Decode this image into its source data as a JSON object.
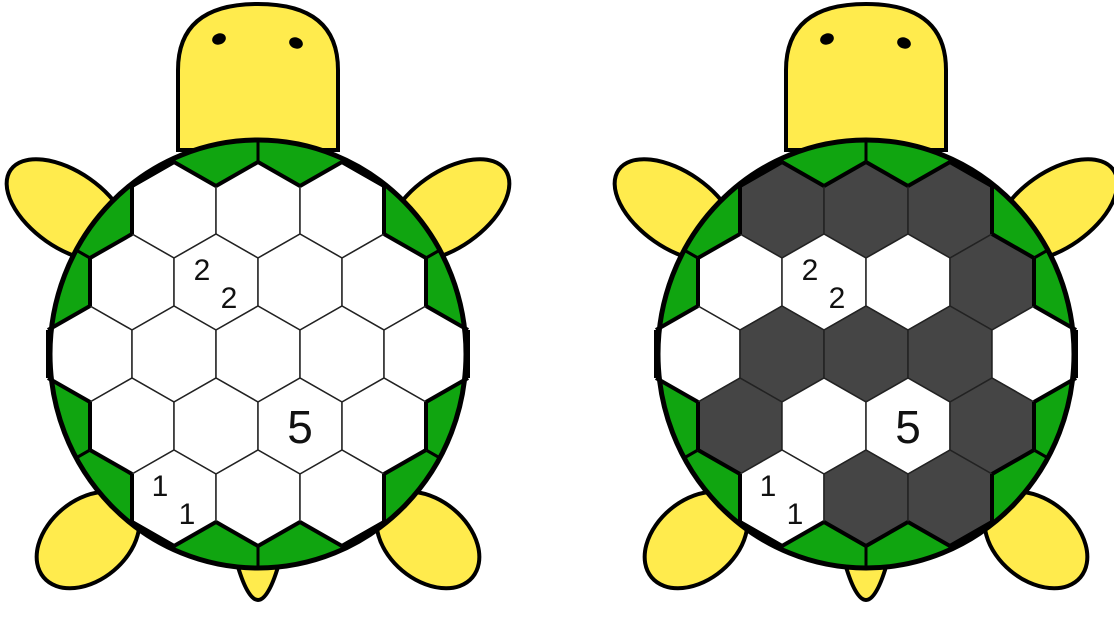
{
  "colors": {
    "background": "#ffffff",
    "turtle_body": "#ffeb4d",
    "shell_rim": "#10a510",
    "outline": "#000000",
    "cell_empty": "#ffffff",
    "cell_shaded": "#454545",
    "grid_line": "#222222",
    "clue_text": "#111111"
  },
  "puzzle": {
    "rows": [
      {
        "cells": 3
      },
      {
        "cells": 4
      },
      {
        "cells": 5
      },
      {
        "cells": 4
      },
      {
        "cells": 3
      }
    ],
    "clues": [
      {
        "row": 1,
        "col": 1,
        "kind": "pair",
        "upper": "2",
        "lower": "2"
      },
      {
        "row": 3,
        "col": 2,
        "kind": "single",
        "value": "5"
      },
      {
        "row": 4,
        "col": 0,
        "kind": "pair",
        "upper": "1",
        "lower": "1"
      }
    ]
  },
  "turtles": [
    {
      "name": "puzzle",
      "shaded": []
    },
    {
      "name": "solution",
      "shaded": [
        [
          0,
          0
        ],
        [
          0,
          1
        ],
        [
          0,
          2
        ],
        [
          1,
          3
        ],
        [
          2,
          1
        ],
        [
          2,
          2
        ],
        [
          2,
          3
        ],
        [
          3,
          0
        ],
        [
          3,
          3
        ],
        [
          4,
          1
        ],
        [
          4,
          2
        ]
      ]
    }
  ]
}
